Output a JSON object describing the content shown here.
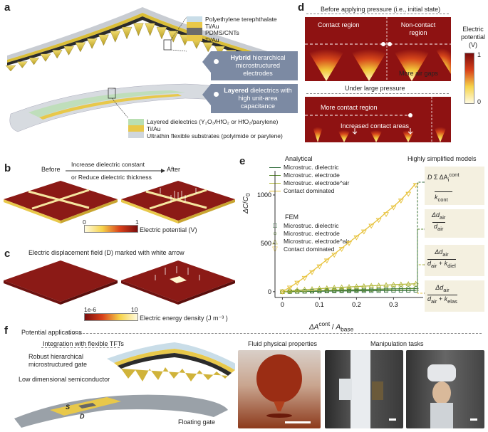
{
  "panels": {
    "a": "a",
    "b": "b",
    "c": "c",
    "d": "d",
    "e": "e",
    "f": "f"
  },
  "panel_a": {
    "layers_top": [
      "Polyethylene terephthalate",
      "Ti/Au",
      "PDMS/CNTs",
      "Ti/Au"
    ],
    "layer_colors_top": [
      "#c9dde8",
      "#e8c84a",
      "#6b6b6b",
      "#e8c84a"
    ],
    "callout1_bold": "Hybrid",
    "callout1_rest": " hierarchical microstructured electrodes",
    "callout2_bold": "Layered",
    "callout2_rest": " dielectrics with high unit-area capacitance",
    "layers_bottom": [
      "Layered dielectrics (Y₂O₃/HfO₂ or HfO₂/parylene)",
      "Ti/Au",
      "Ultrathin flexible substrates (polyimide or parylene)"
    ],
    "layer_colors_bottom": [
      "#b9dfb2",
      "#e8c84a",
      "#cfd6dd"
    ]
  },
  "panel_b": {
    "before": "Before",
    "arrow_top": "Increase dielectric constant",
    "arrow_bottom": "or Reduce dielectric thickness",
    "after": "After",
    "cbar_min": "0",
    "cbar_max": "1",
    "cbar_label": "Electric potential (V)"
  },
  "panel_c": {
    "title": "Electric displacement field (D) marked with white arrow",
    "cbar_min": "1e-6",
    "cbar_max": "10",
    "cbar_label": "Electric energy density (J m⁻³ )"
  },
  "panel_d": {
    "top_title": "Before applying pressure (i.e., initial state)",
    "contact_region": "Contact region",
    "noncontact_region": "Non-contact region",
    "more_air_gaps": "More air gaps",
    "bottom_title": "Under large pressure",
    "more_contact_region": "More contact region",
    "increased_contact": "Increased contact areas",
    "cbar_title": "Electric potential (V)",
    "cbar_max": "1",
    "cbar_min": "0"
  },
  "panel_e": {
    "analytical_header": "Analytical",
    "fem_header": "FEM",
    "legend_analytical": [
      "Microstruc. dielectric",
      "Microstruc. electrode",
      "Microstruc. electrode^air",
      "Contact dominated"
    ],
    "legend_fem": [
      "Microstruc. dielectric",
      "Microstruc. electrode",
      "Microstruc. electrode^air",
      "Contact dominated"
    ],
    "models_title": "Highly simplified models",
    "ylabel": "ΔC/C₀",
    "xlabel": "ΔA^cont / A_base",
    "colors": {
      "dielectric": "#2e6b3a",
      "electrode": "#5a8a2e",
      "electrode_air": "#b3b83a",
      "contact": "#e7c23a"
    }
  },
  "chart_data": {
    "type": "line",
    "xlabel": "ΔA^cont / A_base",
    "ylabel": "ΔC/C₀",
    "xlim": [
      -0.02,
      0.38
    ],
    "ylim": [
      -60,
      1250
    ],
    "xticks": [
      "0",
      "0.1",
      "0.2",
      "0.3"
    ],
    "yticks": [
      "0",
      "500",
      "1000"
    ],
    "x": [
      0,
      0.02,
      0.04,
      0.06,
      0.08,
      0.1,
      0.12,
      0.14,
      0.16,
      0.18,
      0.2,
      0.22,
      0.24,
      0.26,
      0.28,
      0.3,
      0.32,
      0.34,
      0.36
    ],
    "series": [
      {
        "name": "Microstruc. dielectric",
        "kind": "analytical",
        "values": [
          0,
          1,
          2,
          3,
          4,
          5,
          6,
          7,
          8,
          8,
          9,
          10,
          10,
          11,
          12,
          12,
          13,
          13,
          14
        ]
      },
      {
        "name": "Microstruc. electrode",
        "kind": "analytical",
        "values": [
          0,
          2,
          4,
          6,
          8,
          10,
          12,
          14,
          16,
          18,
          19,
          21,
          23,
          25,
          27,
          29,
          31,
          32,
          34
        ]
      },
      {
        "name": "Microstruc. electrode^air",
        "kind": "analytical",
        "values": [
          0,
          8,
          14,
          20,
          26,
          31,
          36,
          41,
          45,
          49,
          53,
          57,
          61,
          64,
          68,
          72,
          76,
          79,
          82
        ]
      },
      {
        "name": "Contact dominated",
        "kind": "analytical",
        "values": [
          0,
          45,
          95,
          150,
          210,
          270,
          330,
          390,
          450,
          510,
          570,
          630,
          690,
          750,
          820,
          880,
          950,
          1030,
          1120
        ]
      },
      {
        "name": "Microstruc. dielectric",
        "kind": "FEM",
        "values": [
          0,
          1,
          2,
          3,
          4,
          5,
          6,
          7,
          8,
          8,
          9,
          10,
          10,
          11,
          12,
          12,
          13,
          13,
          14
        ]
      },
      {
        "name": "Microstruc. electrode",
        "kind": "FEM",
        "values": [
          0,
          2,
          4,
          6,
          8,
          10,
          12,
          14,
          16,
          18,
          19,
          21,
          23,
          25,
          27,
          29,
          31,
          32,
          34
        ]
      },
      {
        "name": "Microstruc. electrode^air",
        "kind": "FEM",
        "values": [
          0,
          10,
          18,
          24,
          29,
          33,
          38,
          43,
          47,
          51,
          55,
          59,
          63,
          66,
          70,
          74,
          77,
          80,
          84
        ]
      },
      {
        "name": "Contact dominated",
        "kind": "FEM",
        "values": [
          0,
          40,
          90,
          140,
          200,
          260,
          320,
          380,
          440,
          500,
          560,
          620,
          680,
          740,
          800,
          870,
          940,
          1010,
          1100
        ]
      }
    ]
  },
  "panel_f": {
    "title": "Potential applications",
    "tft": "Integration with flexible TFTs",
    "gate": "Robust hierarchical microstructured gate",
    "semi": "Low dimensional semiconductor",
    "s": "S",
    "d": "D",
    "floating": "Floating gate",
    "fluid": "Fluid physical properties",
    "manip": "Manipulation tasks"
  }
}
